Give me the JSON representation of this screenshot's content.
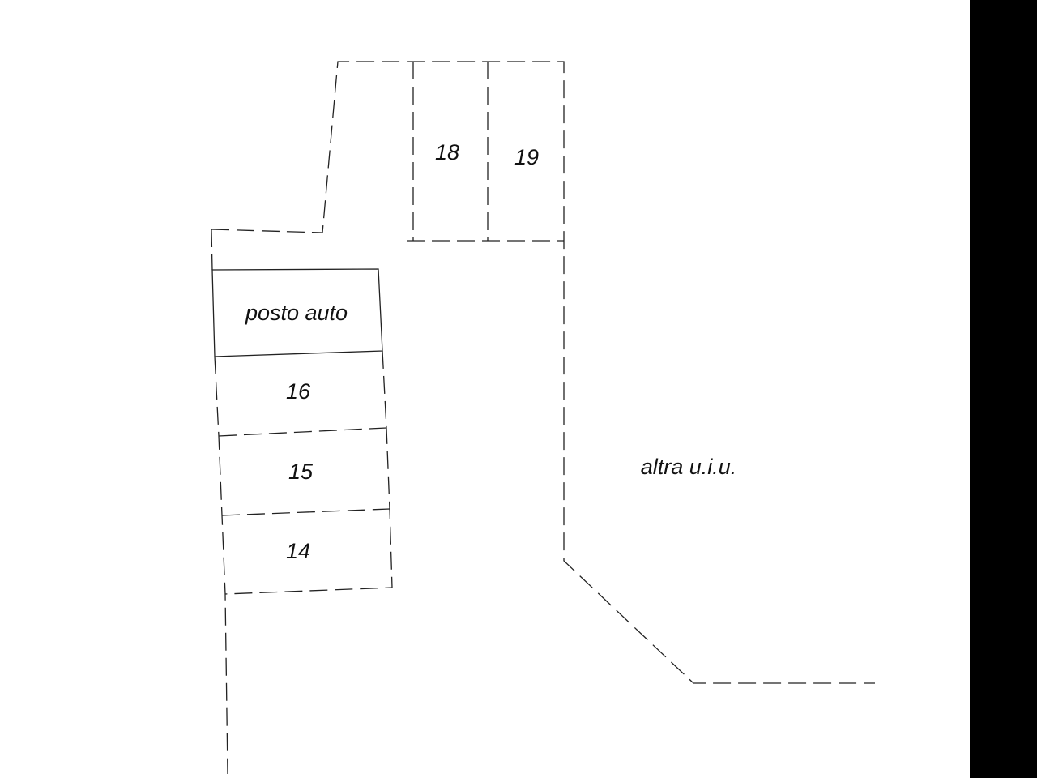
{
  "plan": {
    "labels": {
      "posto_auto": "posto auto",
      "stall_16": "16",
      "stall_15": "15",
      "stall_14": "14",
      "stall_18": "18",
      "stall_19": "19",
      "other_unit": "altra u.i.u."
    }
  }
}
